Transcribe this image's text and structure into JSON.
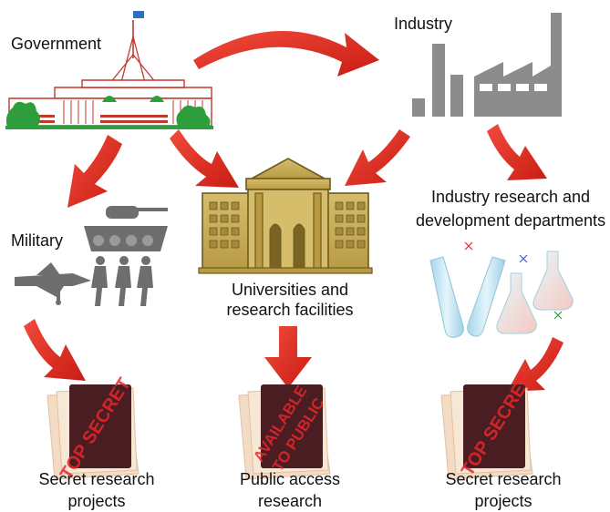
{
  "nodes": {
    "government": {
      "label": "Government"
    },
    "industry": {
      "label": "Industry"
    },
    "military": {
      "label": "Military"
    },
    "universities": {
      "label_line1": "Universities and",
      "label_line2": "research facilities"
    },
    "industry_rd": {
      "label_line1": "Industry research and",
      "label_line2": "development departments"
    },
    "secret_left": {
      "label_line1": "Secret research",
      "label_line2": "projects",
      "stamp": "TOP SECRET"
    },
    "public": {
      "label_line1": "Public access",
      "label_line2": "research",
      "stamp_line1": "AVAILABLE",
      "stamp_line2": "TO PUBLIC"
    },
    "secret_right": {
      "label_line1": "Secret research",
      "label_line2": "projects",
      "stamp": "TOP SECRET"
    }
  },
  "colors": {
    "arrow": "#e0281e",
    "arrow_dark": "#a8170f",
    "building_fill": "#c9ad5e",
    "building_stroke": "#6e5a1c",
    "factory_gray": "#8c8c8c",
    "folder_dark": "#4a1d22",
    "folder_paper": "#f3dcc4",
    "stamp_red": "#e8262a",
    "parliament_red": "#c0392b",
    "tree_green": "#2e9e3c",
    "military_gray": "#6e6e6e",
    "glass_blue": "#bfe4f2"
  },
  "icons": [
    "parliament-house-icon",
    "factory-icon",
    "university-building-icon",
    "tank-icon",
    "fighter-jet-icon",
    "soldiers-icon",
    "test-tubes-icon",
    "folder-icon"
  ]
}
